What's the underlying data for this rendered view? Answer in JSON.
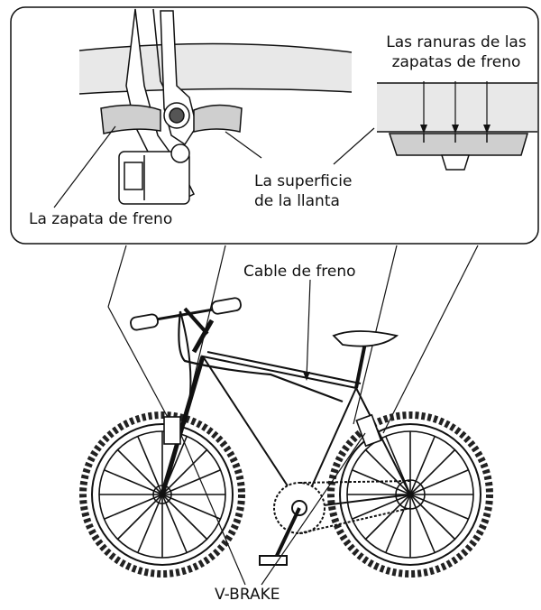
{
  "labels": {
    "grooves_line1": "Las ranuras de las",
    "grooves_line2": "zapatas de freno",
    "rim_line1": "La superficie",
    "rim_line2": "de la llanta",
    "shoe": "La zapata de freno",
    "cable": "Cable de freno",
    "vbrake": "V-BRAKE"
  },
  "colors": {
    "line": "#111111",
    "rim_band": "#e8e8e8",
    "shoe_fill": "#cfcfcf",
    "tire": "#222222"
  },
  "icons": [
    "v-brake-arm-icon",
    "brake-shoe-icon",
    "bicycle-icon"
  ]
}
